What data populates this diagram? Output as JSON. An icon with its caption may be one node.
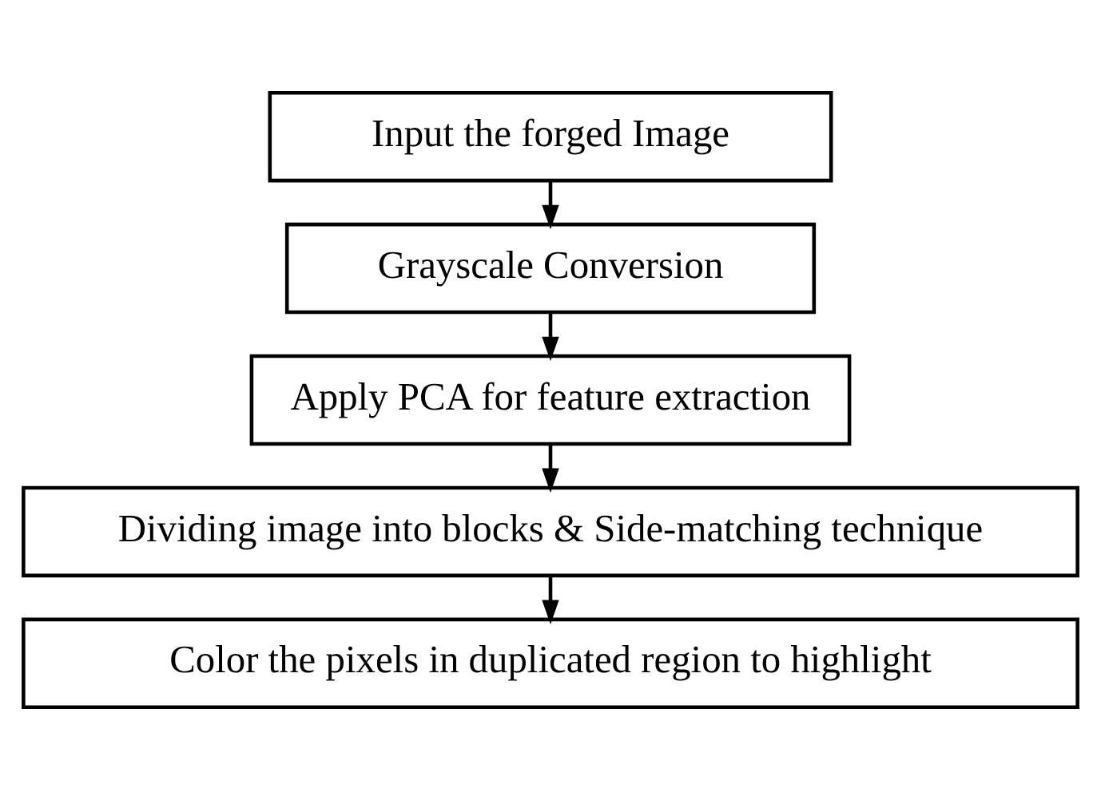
{
  "diagram": {
    "nodes": [
      {
        "text": [
          "Input the forged Image"
        ]
      },
      {
        "text": [
          "Grayscale Conversion"
        ]
      },
      {
        "text": [
          "Apply PCA for feature extraction"
        ]
      },
      {
        "text": [
          "Dividing image into blocks & Side-matching technique"
        ]
      },
      {
        "text": [
          "Color the pixels in duplicated region to highlight"
        ]
      }
    ],
    "edges": [
      {
        "from": 0,
        "to": 1,
        "arrow": "to"
      },
      {
        "from": 1,
        "to": 2,
        "arrow": "to"
      },
      {
        "from": 2,
        "to": 3,
        "arrow": "to"
      },
      {
        "from": 3,
        "to": 4,
        "arrow": "to"
      }
    ]
  }
}
